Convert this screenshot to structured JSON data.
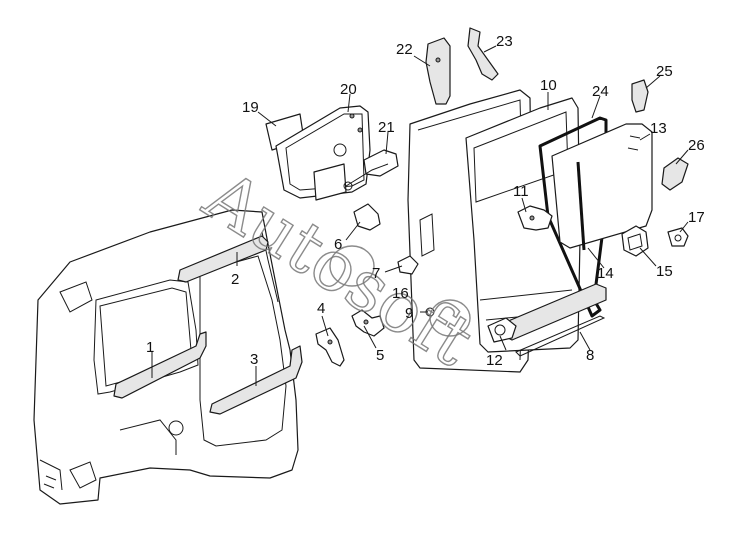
{
  "diagram": {
    "watermark": "Autosoft",
    "callouts": [
      "1",
      "2",
      "3",
      "4",
      "5",
      "6",
      "7",
      "8",
      "9",
      "10",
      "11",
      "12",
      "13",
      "14",
      "15",
      "16",
      "17",
      "19",
      "20",
      "21",
      "22",
      "23",
      "24",
      "25",
      "26"
    ]
  }
}
